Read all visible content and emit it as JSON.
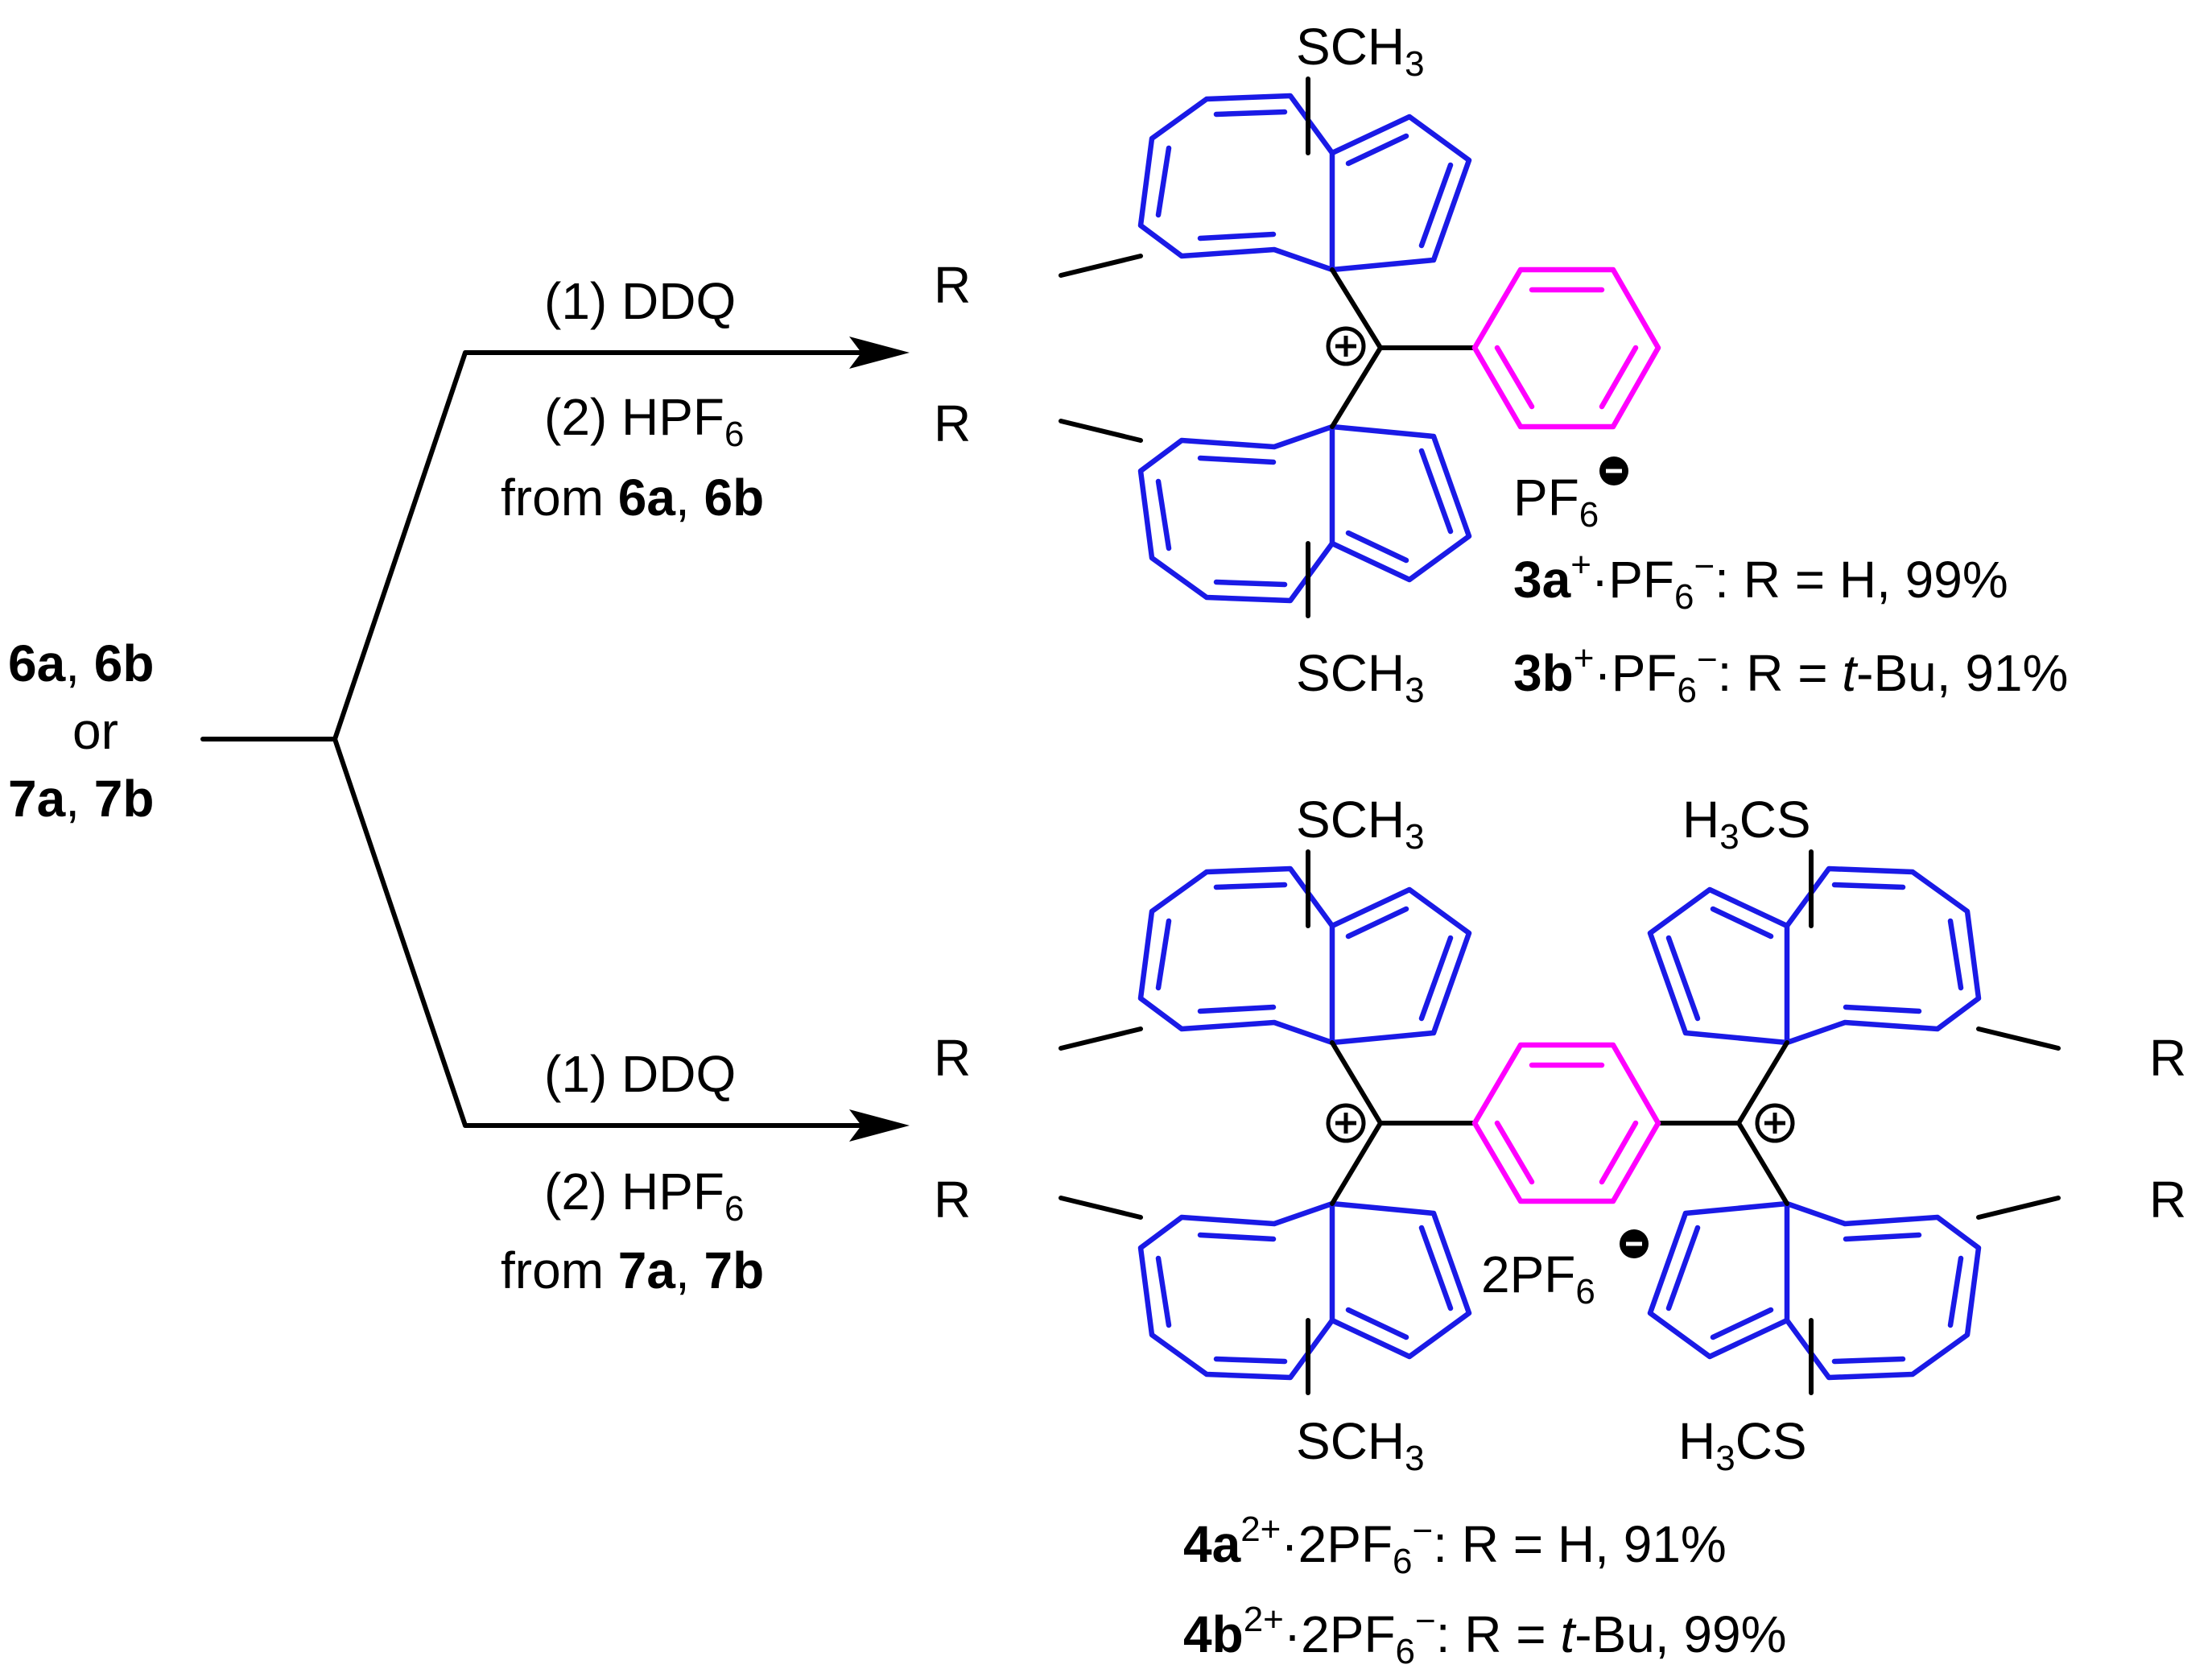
{
  "colors": {
    "azulene": "#1a1ae6",
    "phenyl": "#ff00ff",
    "bonds": "#000000"
  },
  "start": {
    "line1_a": "6a",
    "comma1": ", ",
    "line1_b": "6b",
    "line2": "or",
    "line3_a": "7a",
    "comma2": ", ",
    "line3_b": "7b"
  },
  "reaction_top": {
    "step1": "(1) DDQ",
    "step2_main": "(2) HPF",
    "step2_sub": "6",
    "from_text": "from ",
    "from_a": "6a",
    "from_sep": ", ",
    "from_b": "6b"
  },
  "reaction_bottom": {
    "step1": "(1) DDQ",
    "step2_main": "(2) HPF",
    "step2_sub": "6",
    "from_text": "from ",
    "from_a": "7a",
    "from_sep": ", ",
    "from_b": "7b"
  },
  "product3": {
    "sch3_top": "SCH",
    "sch3_top_sub": "3",
    "sch3_bottom": "SCH",
    "sch3_bottom_sub": "3",
    "r_upper": "R",
    "r_lower": "R",
    "counterion": "PF",
    "counterion_sub": "6",
    "line_a": {
      "id": "3a",
      "sup": "+",
      "mid": "·PF",
      "sub": "6",
      "sup2": "−",
      "rest": ": R = H, 99%"
    },
    "line_b": {
      "id": "3b",
      "sup": "+",
      "mid": "·PF",
      "sub": "6",
      "sup2": "−",
      "rest1": ": R = ",
      "ital": "t",
      "rest2": "-Bu, 91%"
    }
  },
  "product4": {
    "sch3_tl": "SCH",
    "sch3_tl_sub": "3",
    "sch3_bl": "SCH",
    "sch3_bl_sub": "3",
    "h3cs_tr_h": "H",
    "h3cs_tr_sub": "3",
    "h3cs_tr_rest": "CS",
    "h3cs_br_h": "H",
    "h3cs_br_sub": "3",
    "h3cs_br_rest": "CS",
    "r_ul": "R",
    "r_ll": "R",
    "r_ur": "R",
    "r_lr": "R",
    "counterion_pre": "2PF",
    "counterion_sub": "6",
    "line_a": {
      "id": "4a",
      "sup": "2+",
      "mid": "·2PF",
      "sub": "6",
      "sup2": "−",
      "rest": ": R = H, 91%"
    },
    "line_b": {
      "id": "4b",
      "sup": "2+",
      "mid": "·2PF",
      "sub": "6",
      "sup2": "−",
      "rest1": ": R = ",
      "ital": "t",
      "rest2": "-Bu, 99%"
    }
  }
}
